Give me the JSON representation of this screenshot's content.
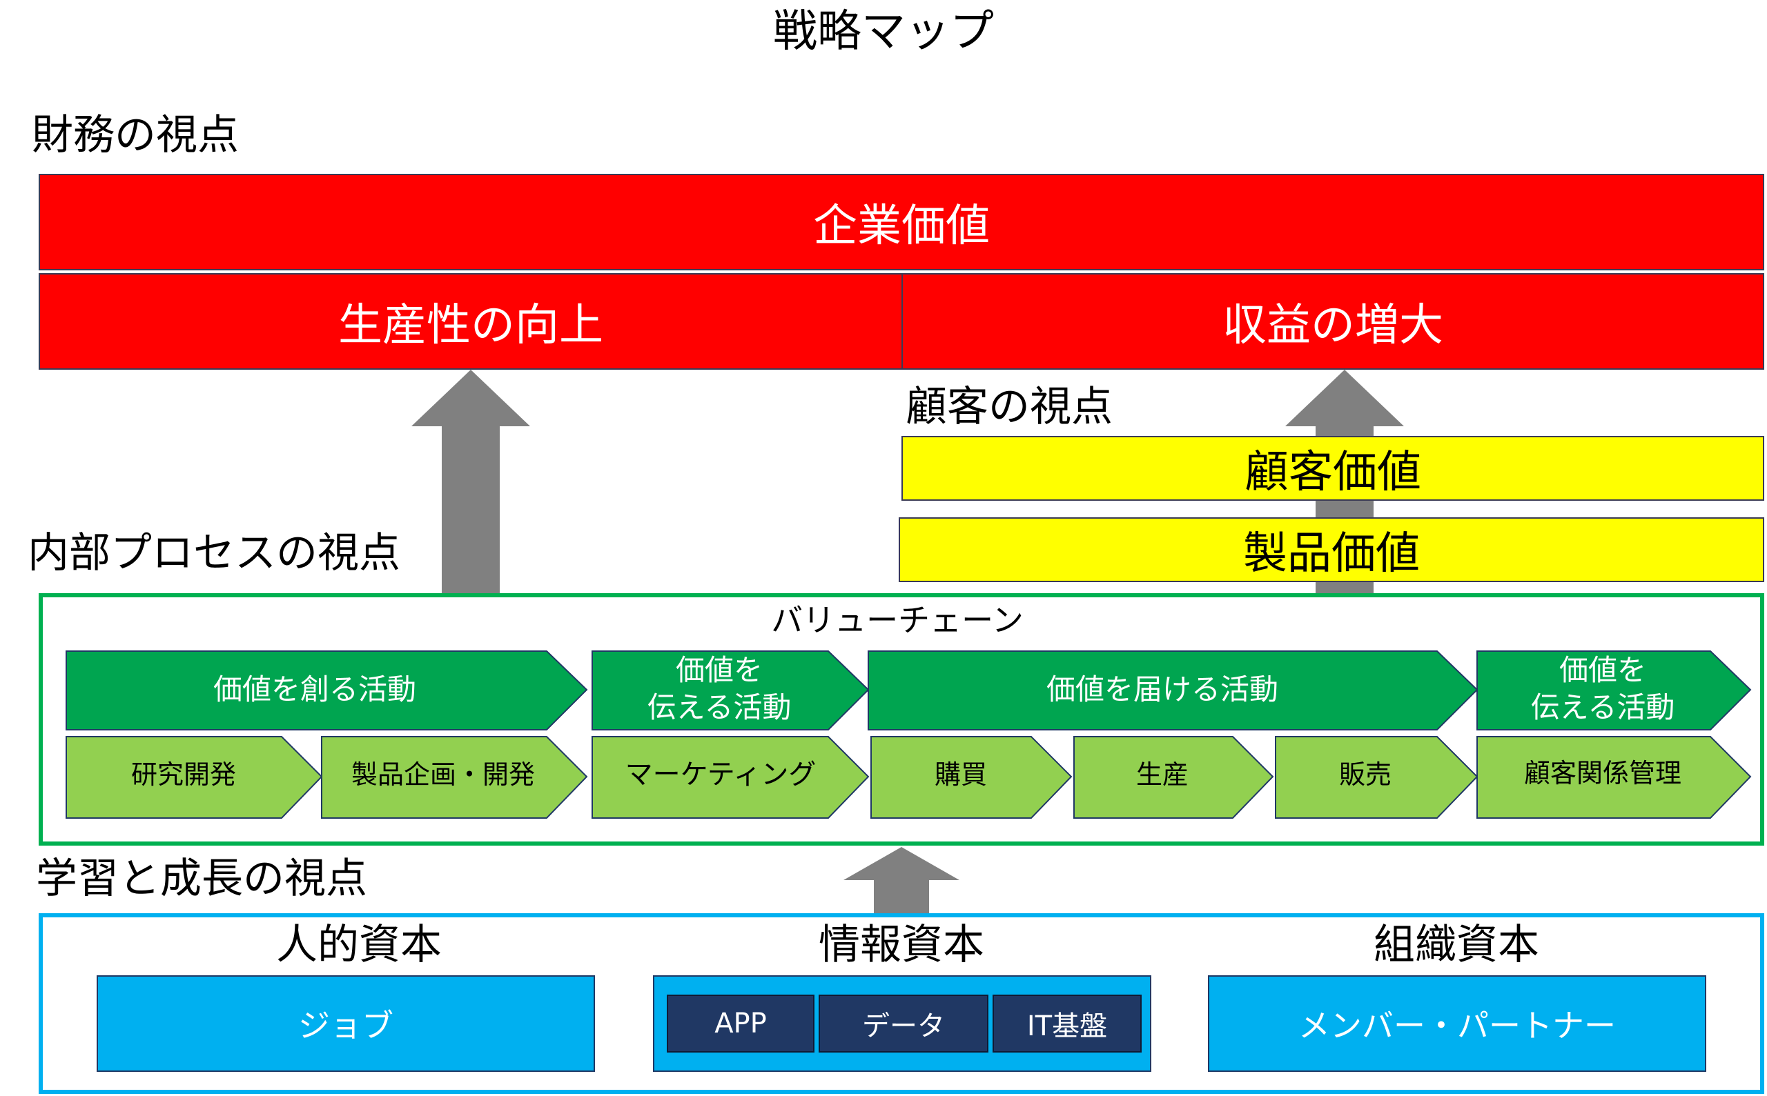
{
  "title": "戦略マップ",
  "financial": {
    "heading": "財務の視点",
    "top": "企業価値",
    "left": "生産性の向上",
    "right": "収益の増大"
  },
  "customer": {
    "heading": "顧客の視点",
    "value1": "顧客価値",
    "value2": "製品価値"
  },
  "internal": {
    "heading": "内部プロセスの視点",
    "chain_title": "バリューチェーン",
    "activities": [
      {
        "l1": "価値を創る活動",
        "l2": ""
      },
      {
        "l1": "価値を",
        "l2": "伝える活動"
      },
      {
        "l1": "価値を届ける活動",
        "l2": ""
      },
      {
        "l1": "価値を",
        "l2": "伝える活動"
      }
    ],
    "processes": [
      "研究開発",
      "製品企画・開発",
      "マーケティング",
      "購買",
      "生産",
      "販売",
      "顧客関係管理"
    ]
  },
  "learning": {
    "heading": "学習と成長の視点",
    "human": {
      "title": "人的資本",
      "item": "ジョブ"
    },
    "info": {
      "title": "情報資本",
      "items": [
        "APP",
        "データ",
        "IT基盤"
      ]
    },
    "org": {
      "title": "組織資本",
      "item": "メンバー・パートナー"
    }
  },
  "colors": {
    "red": "#ff0000",
    "yellow": "#ffff00",
    "dark_green": "#00a550",
    "light_green": "#92d050",
    "blue": "#00b0f0",
    "navy": "#203864",
    "arrow_gray": "#808080"
  }
}
